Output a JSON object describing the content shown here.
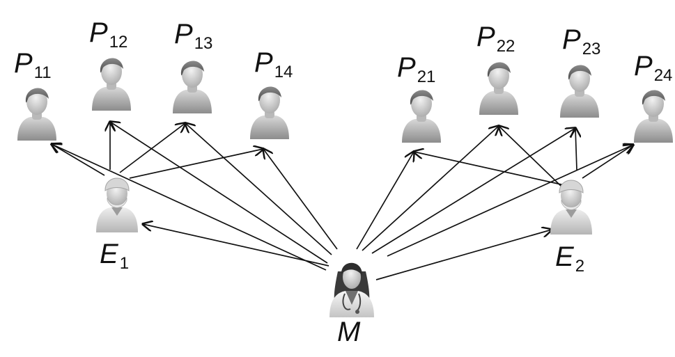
{
  "patients": [
    {
      "id": "p11",
      "letter": "P",
      "sub": "11"
    },
    {
      "id": "p12",
      "letter": "P",
      "sub": "12"
    },
    {
      "id": "p13",
      "letter": "P",
      "sub": "13"
    },
    {
      "id": "p14",
      "letter": "P",
      "sub": "14"
    },
    {
      "id": "p21",
      "letter": "P",
      "sub": "21"
    },
    {
      "id": "p22",
      "letter": "P",
      "sub": "22"
    },
    {
      "id": "p23",
      "letter": "P",
      "sub": "23"
    },
    {
      "id": "p24",
      "letter": "P",
      "sub": "24"
    }
  ],
  "experts": [
    {
      "id": "e1",
      "letter": "E",
      "sub": "1"
    },
    {
      "id": "e2",
      "letter": "E",
      "sub": "2"
    }
  ],
  "manager": {
    "id": "m",
    "letter": "M"
  },
  "edges": [
    [
      "m",
      "e1"
    ],
    [
      "m",
      "e2"
    ],
    [
      "m",
      "p11"
    ],
    [
      "m",
      "p12"
    ],
    [
      "m",
      "p13"
    ],
    [
      "m",
      "p14"
    ],
    [
      "m",
      "p21"
    ],
    [
      "m",
      "p22"
    ],
    [
      "m",
      "p23"
    ],
    [
      "m",
      "p24"
    ],
    [
      "e1",
      "p11"
    ],
    [
      "e1",
      "p12"
    ],
    [
      "e1",
      "p13"
    ],
    [
      "e1",
      "p14"
    ],
    [
      "e2",
      "p21"
    ],
    [
      "e2",
      "p22"
    ],
    [
      "e2",
      "p23"
    ],
    [
      "e2",
      "p24"
    ]
  ],
  "icons": {
    "patient": "patient-icon",
    "expert": "surgeon-icon",
    "manager": "doctor-icon"
  },
  "colors": {
    "arrow": "#111111",
    "figure_dark": "#6a6a6a",
    "figure_light": "#cfcfcf"
  }
}
